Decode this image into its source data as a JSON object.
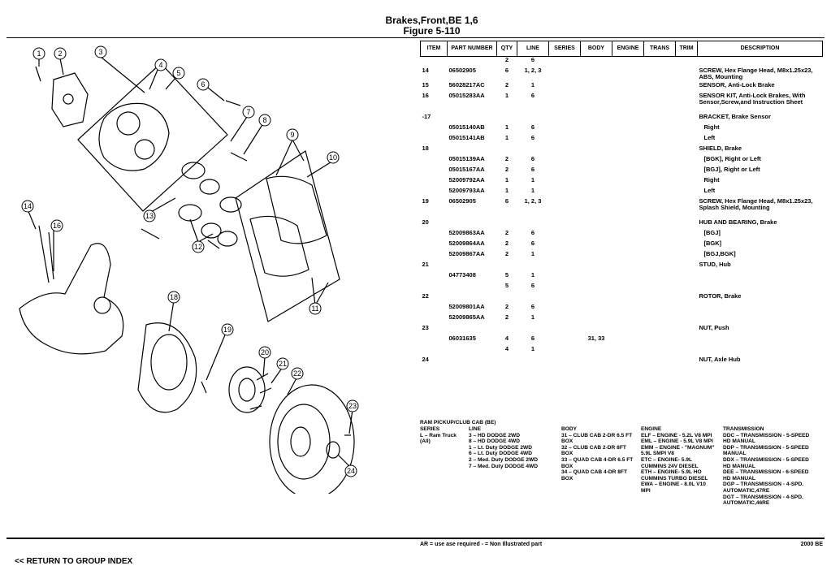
{
  "title": "Brakes,Front,BE 1,6",
  "subtitle": "Figure 5-110",
  "table": {
    "headers": [
      "ITEM",
      "PART NUMBER",
      "QTY",
      "LINE",
      "SERIES",
      "BODY",
      "ENGINE",
      "TRANS",
      "TRIM",
      "DESCRIPTION"
    ],
    "rows": [
      {
        "item": "",
        "part": "",
        "qty": "2",
        "line": "6",
        "series": "",
        "body": "",
        "desc": "",
        "h": "n"
      },
      {
        "item": "14",
        "part": "06502905",
        "qty": "6",
        "line": "1, 2, 3",
        "series": "",
        "body": "",
        "desc": "SCREW, Hex Flange Head, M8x1.25x23, ABS, Mounting",
        "h": "t2"
      },
      {
        "item": "15",
        "part": "56028217AC",
        "qty": "2",
        "line": "1",
        "series": "",
        "body": "",
        "desc": "SENSOR, Anti-Lock Brake",
        "h": "n"
      },
      {
        "item": "16",
        "part": "05015283AA",
        "qty": "1",
        "line": "6",
        "series": "",
        "body": "",
        "desc": "SENSOR KIT, Anti-Lock Brakes, With Sensor,Screw,and Instruction Sheet",
        "h": "t3"
      },
      {
        "item": "-17",
        "part": "",
        "qty": "",
        "line": "",
        "series": "",
        "body": "",
        "desc": "BRACKET, Brake Sensor",
        "h": "n"
      },
      {
        "item": "",
        "part": "05015140AB",
        "qty": "1",
        "line": "6",
        "series": "",
        "body": "",
        "desc": "Right",
        "h": "n",
        "ind": true
      },
      {
        "item": "",
        "part": "05015141AB",
        "qty": "1",
        "line": "6",
        "series": "",
        "body": "",
        "desc": "Left",
        "h": "n",
        "ind": true
      },
      {
        "item": "18",
        "part": "",
        "qty": "",
        "line": "",
        "series": "",
        "body": "",
        "desc": "SHIELD, Brake",
        "h": "n"
      },
      {
        "item": "",
        "part": "05015139AA",
        "qty": "2",
        "line": "6",
        "series": "",
        "body": "",
        "desc": "[BGK], Right or Left",
        "h": "n",
        "ind": true
      },
      {
        "item": "",
        "part": "05015167AA",
        "qty": "2",
        "line": "6",
        "series": "",
        "body": "",
        "desc": "[BGJ], Right or Left",
        "h": "n",
        "ind": true
      },
      {
        "item": "",
        "part": "52009792AA",
        "qty": "1",
        "line": "1",
        "series": "",
        "body": "",
        "desc": "Right",
        "h": "n",
        "ind": true
      },
      {
        "item": "",
        "part": "52009793AA",
        "qty": "1",
        "line": "1",
        "series": "",
        "body": "",
        "desc": "Left",
        "h": "n",
        "ind": true
      },
      {
        "item": "19",
        "part": "06502905",
        "qty": "6",
        "line": "1, 2, 3",
        "series": "",
        "body": "",
        "desc": "SCREW, Hex Flange Head, M8x1.25x23, Splash Shield, Mounting",
        "h": "t3"
      },
      {
        "item": "20",
        "part": "",
        "qty": "",
        "line": "",
        "series": "",
        "body": "",
        "desc": "HUB AND BEARING, Brake",
        "h": "n"
      },
      {
        "item": "",
        "part": "52009863AA",
        "qty": "2",
        "line": "6",
        "series": "",
        "body": "",
        "desc": "[BGJ]",
        "h": "n",
        "ind": true
      },
      {
        "item": "",
        "part": "52009864AA",
        "qty": "2",
        "line": "6",
        "series": "",
        "body": "",
        "desc": "[BGK]",
        "h": "n",
        "ind": true
      },
      {
        "item": "",
        "part": "52009867AA",
        "qty": "2",
        "line": "1",
        "series": "",
        "body": "",
        "desc": "[BGJ,BGK]",
        "h": "n",
        "ind": true
      },
      {
        "item": "21",
        "part": "",
        "qty": "",
        "line": "",
        "series": "",
        "body": "",
        "desc": "STUD, Hub",
        "h": "n"
      },
      {
        "item": "",
        "part": "04773408",
        "qty": "5",
        "line": "1",
        "series": "",
        "body": "",
        "desc": "",
        "h": "n"
      },
      {
        "item": "",
        "part": "",
        "qty": "5",
        "line": "6",
        "series": "",
        "body": "",
        "desc": "",
        "h": "n"
      },
      {
        "item": "22",
        "part": "",
        "qty": "",
        "line": "",
        "series": "",
        "body": "",
        "desc": "ROTOR, Brake",
        "h": "n"
      },
      {
        "item": "",
        "part": "52009801AA",
        "qty": "2",
        "line": "6",
        "series": "",
        "body": "",
        "desc": "",
        "h": "n"
      },
      {
        "item": "",
        "part": "52009865AA",
        "qty": "2",
        "line": "1",
        "series": "",
        "body": "",
        "desc": "",
        "h": "n"
      },
      {
        "item": "23",
        "part": "",
        "qty": "",
        "line": "",
        "series": "",
        "body": "",
        "desc": "NUT, Push",
        "h": "n"
      },
      {
        "item": "",
        "part": "06031635",
        "qty": "4",
        "line": "6",
        "series": "",
        "body": "31, 33",
        "desc": "",
        "h": "n"
      },
      {
        "item": "",
        "part": "",
        "qty": "4",
        "line": "1",
        "series": "",
        "body": "",
        "desc": "",
        "h": "n"
      },
      {
        "item": "24",
        "part": "",
        "qty": "",
        "line": "",
        "series": "",
        "body": "",
        "desc": "NUT, Axle Hub",
        "h": "n"
      }
    ]
  },
  "legend": {
    "title": "RAM PICKUP/CLUB CAB (BE)",
    "series_head": "SERIES",
    "series_lines": [
      "L – Ram Truck",
      "(All)"
    ],
    "line_head": "LINE",
    "line_lines": [
      "3 – HD DODGE 2WD",
      "8 – HD DODGE 4WD",
      "1 – Lt. Duty DODGE 2WD",
      "6 – Lt. Duty DODGE 4WD",
      "2 – Med. Duty DODGE 2WD",
      "7 – Med. Duty DODGE 4WD"
    ],
    "body_head": "BODY",
    "body_lines": [
      "31 – CLUB CAB 2-DR 6.5 FT",
      "BOX",
      "32 – CLUB CAB 2-DR 8FT",
      "BOX",
      "33 – QUAD CAB 4-DR 6.5 FT",
      "BOX",
      "34 – QUAD CAB 4-DR 8FT",
      "BOX"
    ],
    "engine_head": "ENGINE",
    "engine_lines": [
      "ELF – ENGINE - 5.2L V8 MPI",
      "EML – ENGINE - 5.9L V8 MPI",
      "EMM – ENGINE - \"MAGNUM\"",
      "5.9L SMPI V8",
      "ETC – ENGINE- 5.9L",
      "CUMMINS 24V DIESEL",
      "ETH – ENGINE- 5.9L HO",
      "CUMMINS TURBO DIESEL",
      "EWA – ENGINE - 8.0L V10",
      "MPI"
    ],
    "trans_head": "TRANSMISSION",
    "trans_lines": [
      "DDC – TRANSMISSION - 5-SPEED",
      "HD MANUAL",
      "DDP – TRANSMISSION - 5-SPEED",
      "MANUAL",
      "DDX – TRANSMISSION - 5-SPEED",
      "HD MANUAL",
      "DEE – TRANSMISSION - 6-SPEED",
      "HD MANUAL",
      "DGP – TRANSMISSION - 4-SPD.",
      "AUTOMATIC,47RE",
      "DGT – TRANSMISSION - 4-SPD.",
      "AUTOMATIC,46RE"
    ]
  },
  "footnote": "AR = use ase required   - = Non Illustrated part",
  "page_code": "2000 BE",
  "return_link": "<< RETURN TO GROUP INDEX",
  "callouts": [
    "1",
    "2",
    "3",
    "4",
    "5",
    "6",
    "7",
    "8",
    "9",
    "10",
    "11",
    "12",
    "13",
    "14",
    "16",
    "18",
    "19",
    "20",
    "21",
    "22",
    "23",
    "24"
  ]
}
